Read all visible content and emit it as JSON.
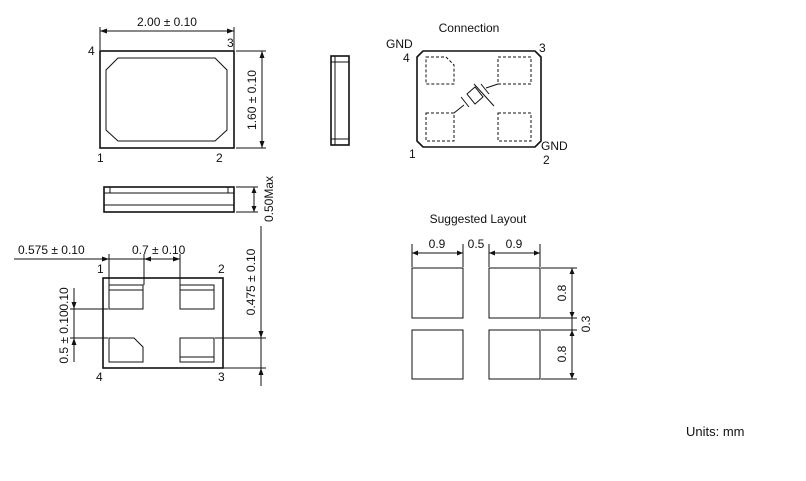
{
  "top_view": {
    "width_dim": "2.00 ± 0.10",
    "height_dim": "1.60 ± 0.10",
    "pin_1": "1",
    "pin_2": "2",
    "pin_3": "3",
    "pin_4": "4"
  },
  "side_view": {
    "height_dim": "0.50Max"
  },
  "bottom_view": {
    "pad_offset_dim": "0.575 ± 0.10",
    "pad_width_dim": "0.7 ± 0.10",
    "pad_height_dim": "0.5 ± 0.10",
    "pad_edge_dim": "0.10",
    "pad_vertical_dim": "0.475 ± 0.10",
    "pin_1": "1",
    "pin_2": "2",
    "pin_3": "3",
    "pin_4": "4"
  },
  "connection": {
    "title": "Connection",
    "gnd_label_top": "GND",
    "gnd_label_bottom": "GND",
    "pin_1": "1",
    "pin_2": "2",
    "pin_3": "3",
    "pin_4": "4"
  },
  "layout": {
    "title": "Suggested Layout",
    "pad_width": "0.9",
    "gap": "0.5",
    "pad_width_right": "0.9",
    "pad_height_top": "0.8",
    "gap_vertical": "0.3",
    "pad_height_bottom": "0.8"
  },
  "units": "Units: mm"
}
